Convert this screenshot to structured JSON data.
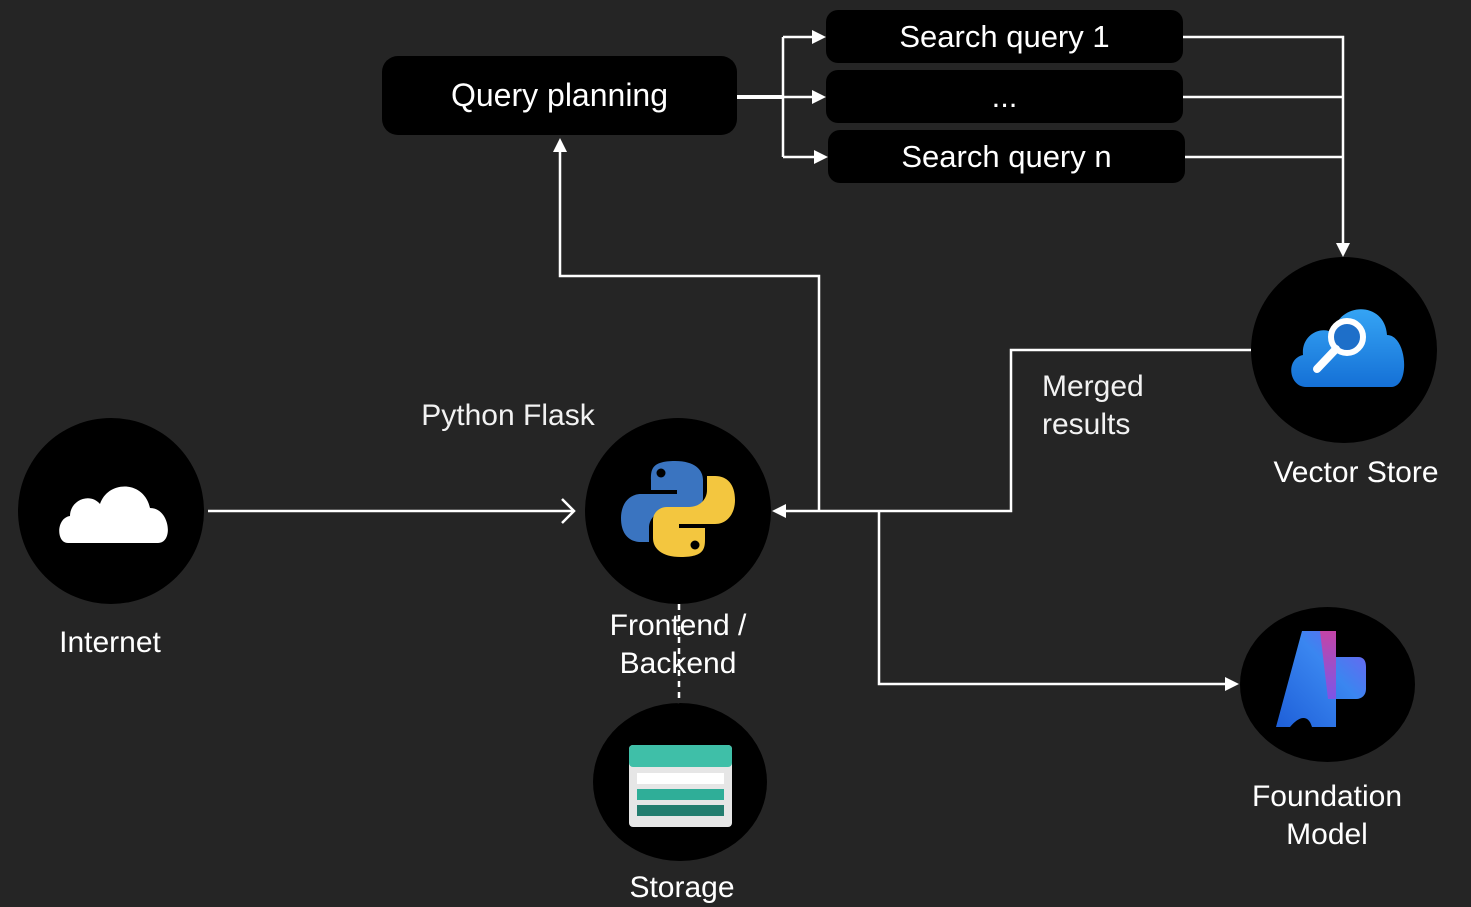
{
  "colors": {
    "background": "#252525",
    "node_fill": "#000000",
    "line": "#ffffff",
    "text": "#ffffff"
  },
  "planning": {
    "query_planning": "Query planning",
    "search_query_first": "Search query 1",
    "search_query_ellipsis": "...",
    "search_query_last": "Search query n"
  },
  "nodes": {
    "internet": {
      "label": "Internet",
      "icon": "cloud-icon"
    },
    "app": {
      "caption": "Python Flask",
      "label_line1": "Frontend /",
      "label_line2": "Backend",
      "icon": "python-logo-icon"
    },
    "storage": {
      "label": "Storage",
      "icon": "storage-icon"
    },
    "vector_store": {
      "label": "Vector Store",
      "icon": "cloud-search-icon"
    },
    "foundation_model": {
      "label_line1": "Foundation",
      "label_line2": "Model",
      "icon": "foundation-model-logo-icon"
    }
  },
  "edges": {
    "merged_line1": "Merged",
    "merged_line2": "results"
  }
}
